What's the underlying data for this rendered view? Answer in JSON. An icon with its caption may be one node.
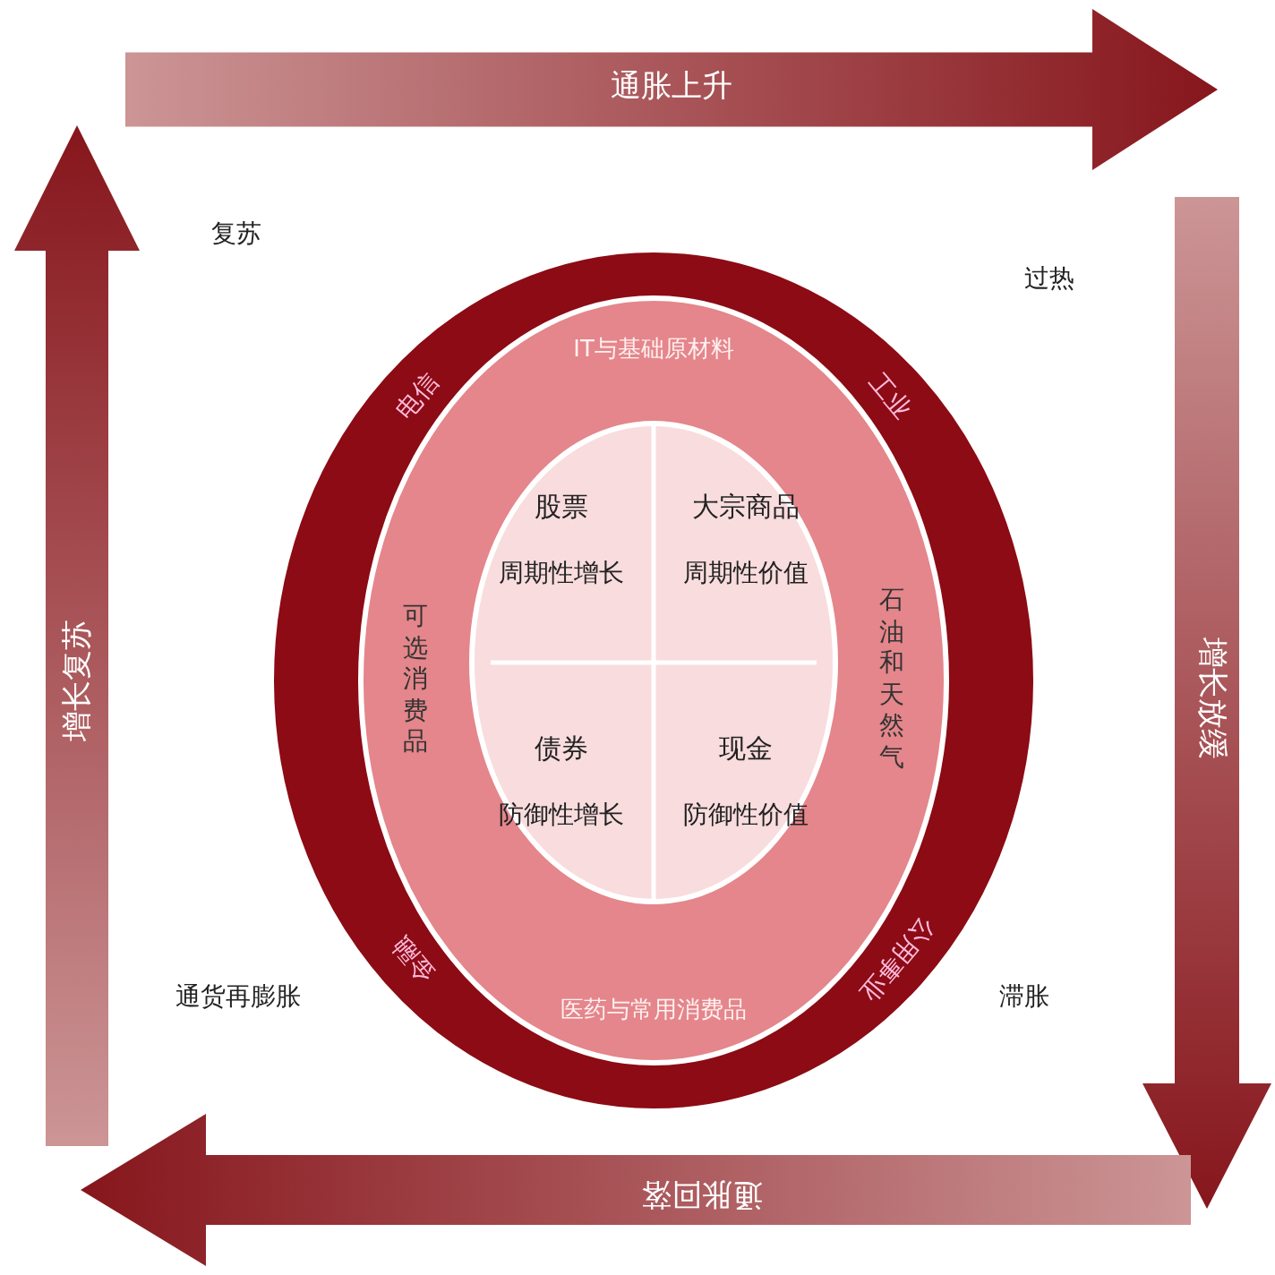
{
  "diagram": {
    "nodes": [
      {
        "text": [
          "通胀上升"
        ]
      },
      {
        "text": [
          "增长放缓"
        ]
      },
      {
        "text": [
          "通胀回落"
        ]
      },
      {
        "text": [
          "增长复苏"
        ]
      },
      {
        "text": [
          "电信",
          "工业",
          "金融",
          "公用事业"
        ]
      },
      {
        "text": [
          "IT与基础原材料",
          "可选消费品",
          "石油和天然气",
          "医药与常用消费品"
        ],
        "in": 4
      },
      {
        "text": [],
        "shape": "circle",
        "in": 5
      },
      {
        "text": [
          "股票",
          "周期性增长"
        ],
        "in": 6
      },
      {
        "text": [
          "大宗商品",
          "周期性价值"
        ],
        "in": 6
      },
      {
        "text": [
          "债券",
          "防御性增长"
        ],
        "in": 6
      },
      {
        "text": [
          "现金",
          "防御性价值"
        ],
        "in": 6
      }
    ],
    "edges": [],
    "labels": [
      "复苏",
      "过热",
      "通货再膨胀",
      "滞胀"
    ]
  }
}
